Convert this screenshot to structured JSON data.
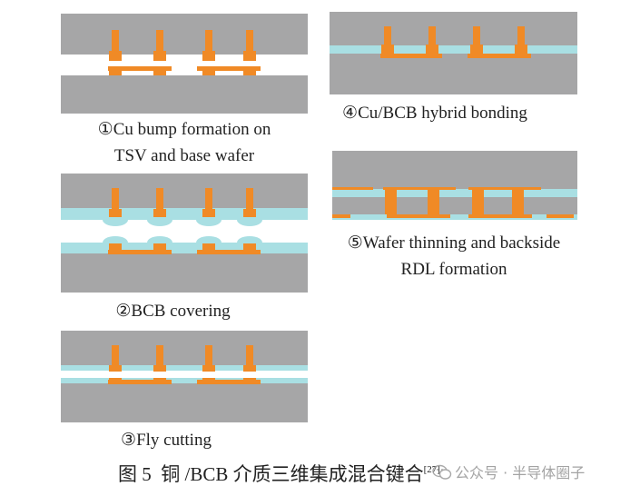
{
  "colors": {
    "wafer": "#a6a6a7",
    "copper": "#f08a26",
    "bcb": "#a9dfe3",
    "background": "#ffffff"
  },
  "panels": [
    {
      "id": "1",
      "caption_line1": "①Cu bump formation on",
      "caption_line2": "TSV and base wafer"
    },
    {
      "id": "2",
      "caption_line1": "②BCB covering"
    },
    {
      "id": "3",
      "caption_line1": "③Fly cutting"
    },
    {
      "id": "4",
      "caption_line1": "④Cu/BCB hybrid bonding"
    },
    {
      "id": "5",
      "caption_line1": "⑤Wafer thinning and backside",
      "caption_line2": "RDL formation"
    }
  ],
  "figure": {
    "label": "图 5",
    "title": "铜 /BCB 介质三维集成混合键合",
    "ref": "[27]"
  },
  "watermark": {
    "icon": "wechat-icon",
    "text": "公众号 · 半导体圈子"
  }
}
